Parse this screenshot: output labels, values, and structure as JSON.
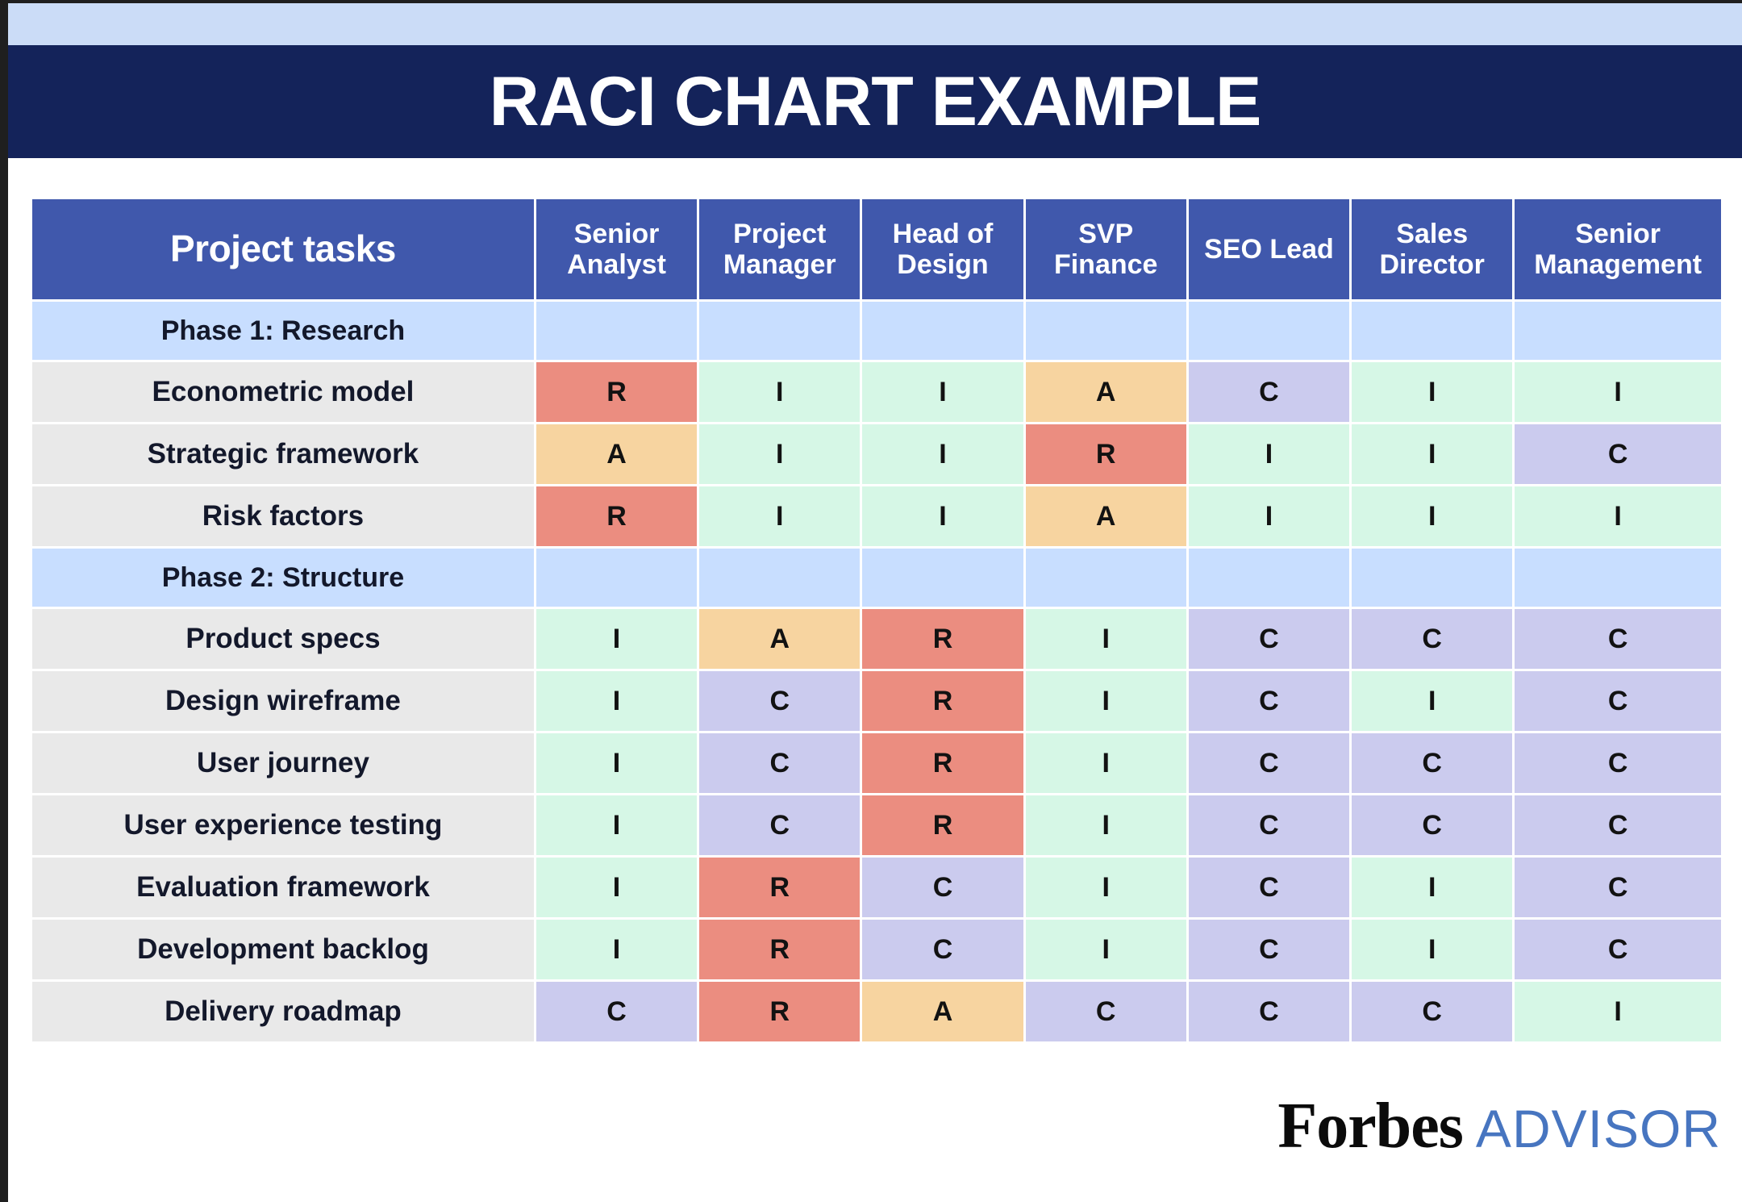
{
  "banner": {
    "title": "RACI CHART EXAMPLE"
  },
  "table": {
    "task_column_header": "Project tasks",
    "role_columns": [
      "Senior Analyst",
      "Project Manager",
      "Head of Design",
      "SVP Finance",
      "SEO Lead",
      "Sales Director",
      "Senior Management"
    ],
    "rows": [
      {
        "type": "phase",
        "label": "Phase 1: Research",
        "values": [
          "",
          "",
          "",
          "",
          "",
          "",
          ""
        ]
      },
      {
        "type": "task",
        "label": "Econometric model",
        "values": [
          "R",
          "I",
          "I",
          "A",
          "C",
          "I",
          "I"
        ]
      },
      {
        "type": "task",
        "label": "Strategic framework",
        "values": [
          "A",
          "I",
          "I",
          "R",
          "I",
          "I",
          "C"
        ]
      },
      {
        "type": "task",
        "label": "Risk factors",
        "values": [
          "R",
          "I",
          "I",
          "A",
          "I",
          "I",
          "I"
        ]
      },
      {
        "type": "phase",
        "label": "Phase 2: Structure",
        "values": [
          "",
          "",
          "",
          "",
          "",
          "",
          ""
        ]
      },
      {
        "type": "task",
        "label": "Product specs",
        "values": [
          "I",
          "A",
          "R",
          "I",
          "C",
          "C",
          "C"
        ]
      },
      {
        "type": "task",
        "label": "Design wireframe",
        "values": [
          "I",
          "C",
          "R",
          "I",
          "C",
          "I",
          "C"
        ]
      },
      {
        "type": "task",
        "label": "User journey",
        "values": [
          "I",
          "C",
          "R",
          "I",
          "C",
          "C",
          "C"
        ]
      },
      {
        "type": "task",
        "label": "User experience testing",
        "values": [
          "I",
          "C",
          "R",
          "I",
          "C",
          "C",
          "C"
        ]
      },
      {
        "type": "task",
        "label": "Evaluation framework",
        "values": [
          "I",
          "R",
          "C",
          "I",
          "C",
          "I",
          "C"
        ]
      },
      {
        "type": "task",
        "label": "Development backlog",
        "values": [
          "I",
          "R",
          "C",
          "I",
          "C",
          "I",
          "C"
        ]
      },
      {
        "type": "task",
        "label": "Delivery roadmap",
        "values": [
          "C",
          "R",
          "A",
          "C",
          "C",
          "C",
          "I"
        ]
      }
    ]
  },
  "footer": {
    "logo_primary": "Forbes",
    "logo_secondary": "ADVISOR"
  },
  "colors": {
    "banner_bg": "#14235a",
    "top_strip": "#cbdcf7",
    "header_bg": "#4058ac",
    "phase_bg": "#c8deff",
    "task_bg": "#e9e9e9",
    "responsible_R": "#eb8d80",
    "accountable_A": "#f7d4a0",
    "consulted_C": "#cbcbee",
    "informed_I": "#d6f7e6",
    "logo_advisor": "#4775c0"
  }
}
